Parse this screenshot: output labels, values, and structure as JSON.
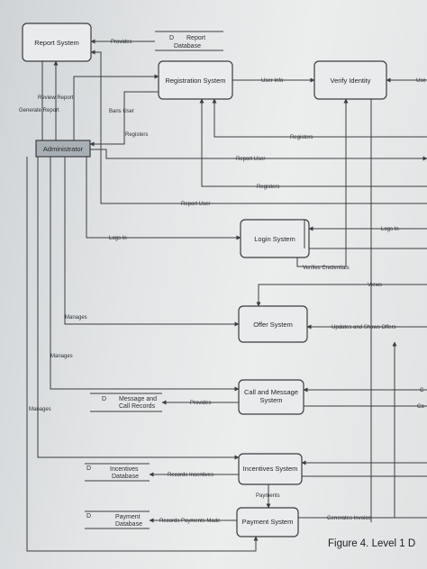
{
  "processes": {
    "report_system": "Report System",
    "registration_system": "Registration System",
    "verify_identity": "Verify Identity",
    "login_system": "Login System",
    "offer_system": "Offer System",
    "call_message_system_1": "Call and Message",
    "call_message_system_2": "System",
    "incentives_system": "Incentives System",
    "payment_system": "Payment System"
  },
  "entity": {
    "administrator": "Administrator"
  },
  "stores": {
    "report_db": {
      "id": "D",
      "name1": "Report",
      "name2": "Database"
    },
    "message_records": {
      "id": "D",
      "name1": "Message and",
      "name2": "Call Records"
    },
    "incentives_db": {
      "id": "D",
      "name1": "Incentives",
      "name2": "Database"
    },
    "payment_db": {
      "id": "D",
      "name1": "Payment",
      "name2": "Database"
    }
  },
  "flows": {
    "provides_report": "Provides",
    "user_info": "User Info",
    "use_cut": "Use",
    "review_report": "Review Report",
    "generate_report": "Generate Report",
    "bans_user": "Bans User",
    "registers_1": "Registers",
    "registers_2": "Registers",
    "report_user_1": "Report User",
    "registers_3": "Registers",
    "report_user_2": "Report User",
    "logs_in_left": "Logs In",
    "logs_in_right": "Logs In",
    "verifies_credentials": "Verifies Credentials",
    "views": "Views",
    "manages_1": "Manages",
    "updates_offers": "Updates and Shows Offers",
    "manages_2": "Manages",
    "manages_3": "Manages",
    "provides_call": "Provides",
    "c_cut": "C",
    "ca_cut": "Ca",
    "records_incentives": "Records Incentives",
    "payments": "Payments",
    "records_payments": "Records Payments Made",
    "generates_invoice": "Generates Invoice"
  },
  "caption": "Figure 4. Level 1 D"
}
